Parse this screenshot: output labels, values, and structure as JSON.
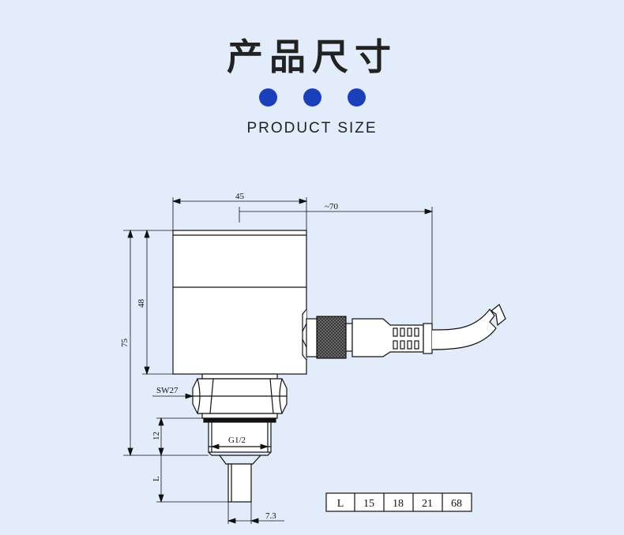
{
  "header": {
    "title": "产品尺寸",
    "subtitle": "PRODUCT SIZE",
    "dot_color": "#1a3fb8"
  },
  "drawing": {
    "dim_width": "45",
    "dim_cable": "~70",
    "dim_total_height": "75",
    "dim_body_height": "48",
    "dim_hex": "SW27",
    "dim_thread_height": "12",
    "dim_thread": "G1/2",
    "dim_probe_length": "L",
    "dim_probe_diameter": "7.3"
  },
  "table": {
    "header": "L",
    "values": [
      "15",
      "18",
      "21",
      "68"
    ]
  }
}
